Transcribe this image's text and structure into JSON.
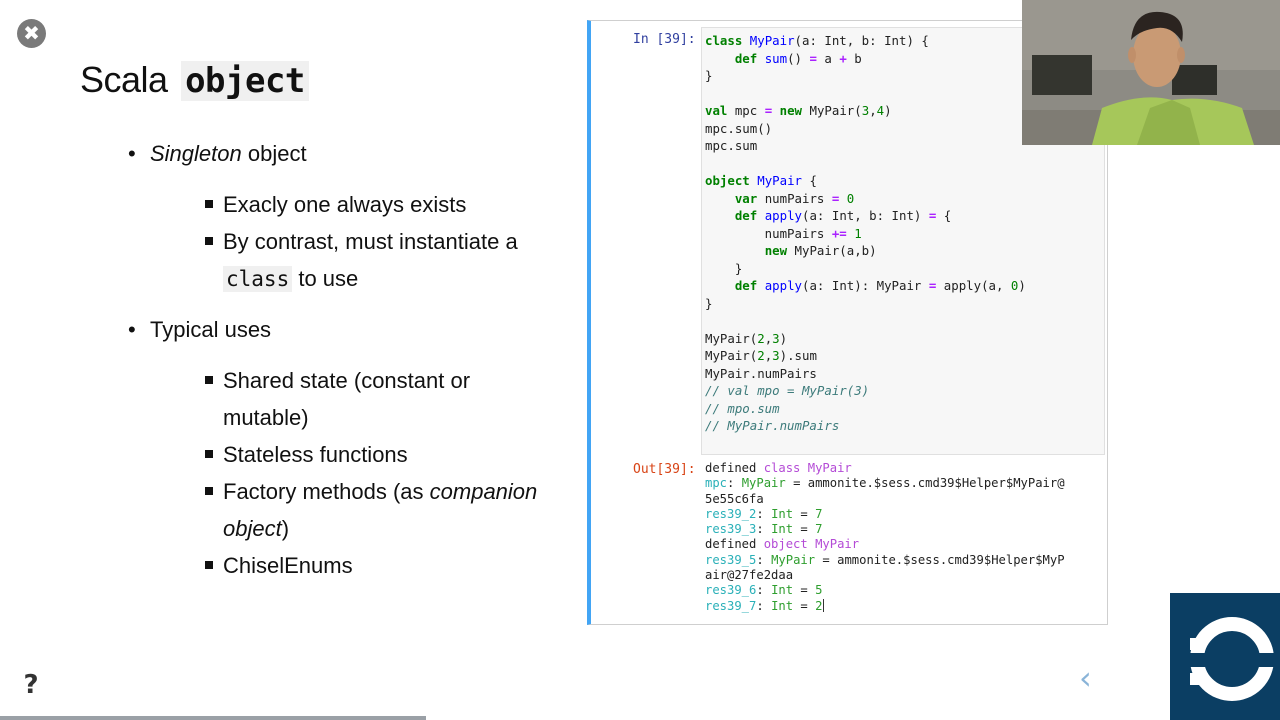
{
  "controls": {
    "close_glyph": "✖",
    "help_glyph": "?",
    "prev_glyph": "‹",
    "progress_fraction": 0.333
  },
  "slide": {
    "title_prefix": "Scala",
    "title_keyword": "object",
    "bullets": [
      {
        "em": "Singleton",
        "text": " object"
      },
      {
        "text": "Typical uses"
      }
    ],
    "sub1": [
      "Exacly one always exists",
      "By contrast, must instantiate a ",
      "class",
      " to use"
    ],
    "sub2": [
      "Shared state (constant or mutable)",
      "Stateless functions",
      "Factory methods (as ",
      "companion object",
      ")",
      "ChiselEnums"
    ]
  },
  "notebook": {
    "in_prompt": "In [39]:",
    "out_prompt": "Out[39]:",
    "code": [
      "class MyPair(a: Int, b: Int) {",
      "    def sum() = a + b",
      "}",
      "",
      "val mpc = new MyPair(3,4)",
      "mpc.sum()",
      "mpc.sum",
      "",
      "object MyPair {",
      "    var numPairs = 0",
      "    def apply(a: Int, b: Int) = {",
      "        numPairs += 1",
      "        new MyPair(a,b)",
      "    }",
      "    def apply(a: Int): MyPair = apply(a, 0)",
      "}",
      "",
      "MyPair(2,3)",
      "MyPair(2,3).sum",
      "MyPair.numPairs",
      "// val mpo = MyPair(3)",
      "// mpo.sum",
      "// MyPair.numPairs"
    ],
    "output": [
      "defined class MyPair",
      "mpc: MyPair = ammonite.$sess.cmd39$Helper$MyPair@",
      "5e55c6fa",
      "res39_2: Int = 7",
      "res39_3: Int = 7",
      "defined object MyPair",
      "res39_5: MyPair = ammonite.$sess.cmd39$Helper$MyP",
      "air@27fe2daa",
      "res39_6: Int = 5",
      "res39_7: Int = 2"
    ]
  }
}
